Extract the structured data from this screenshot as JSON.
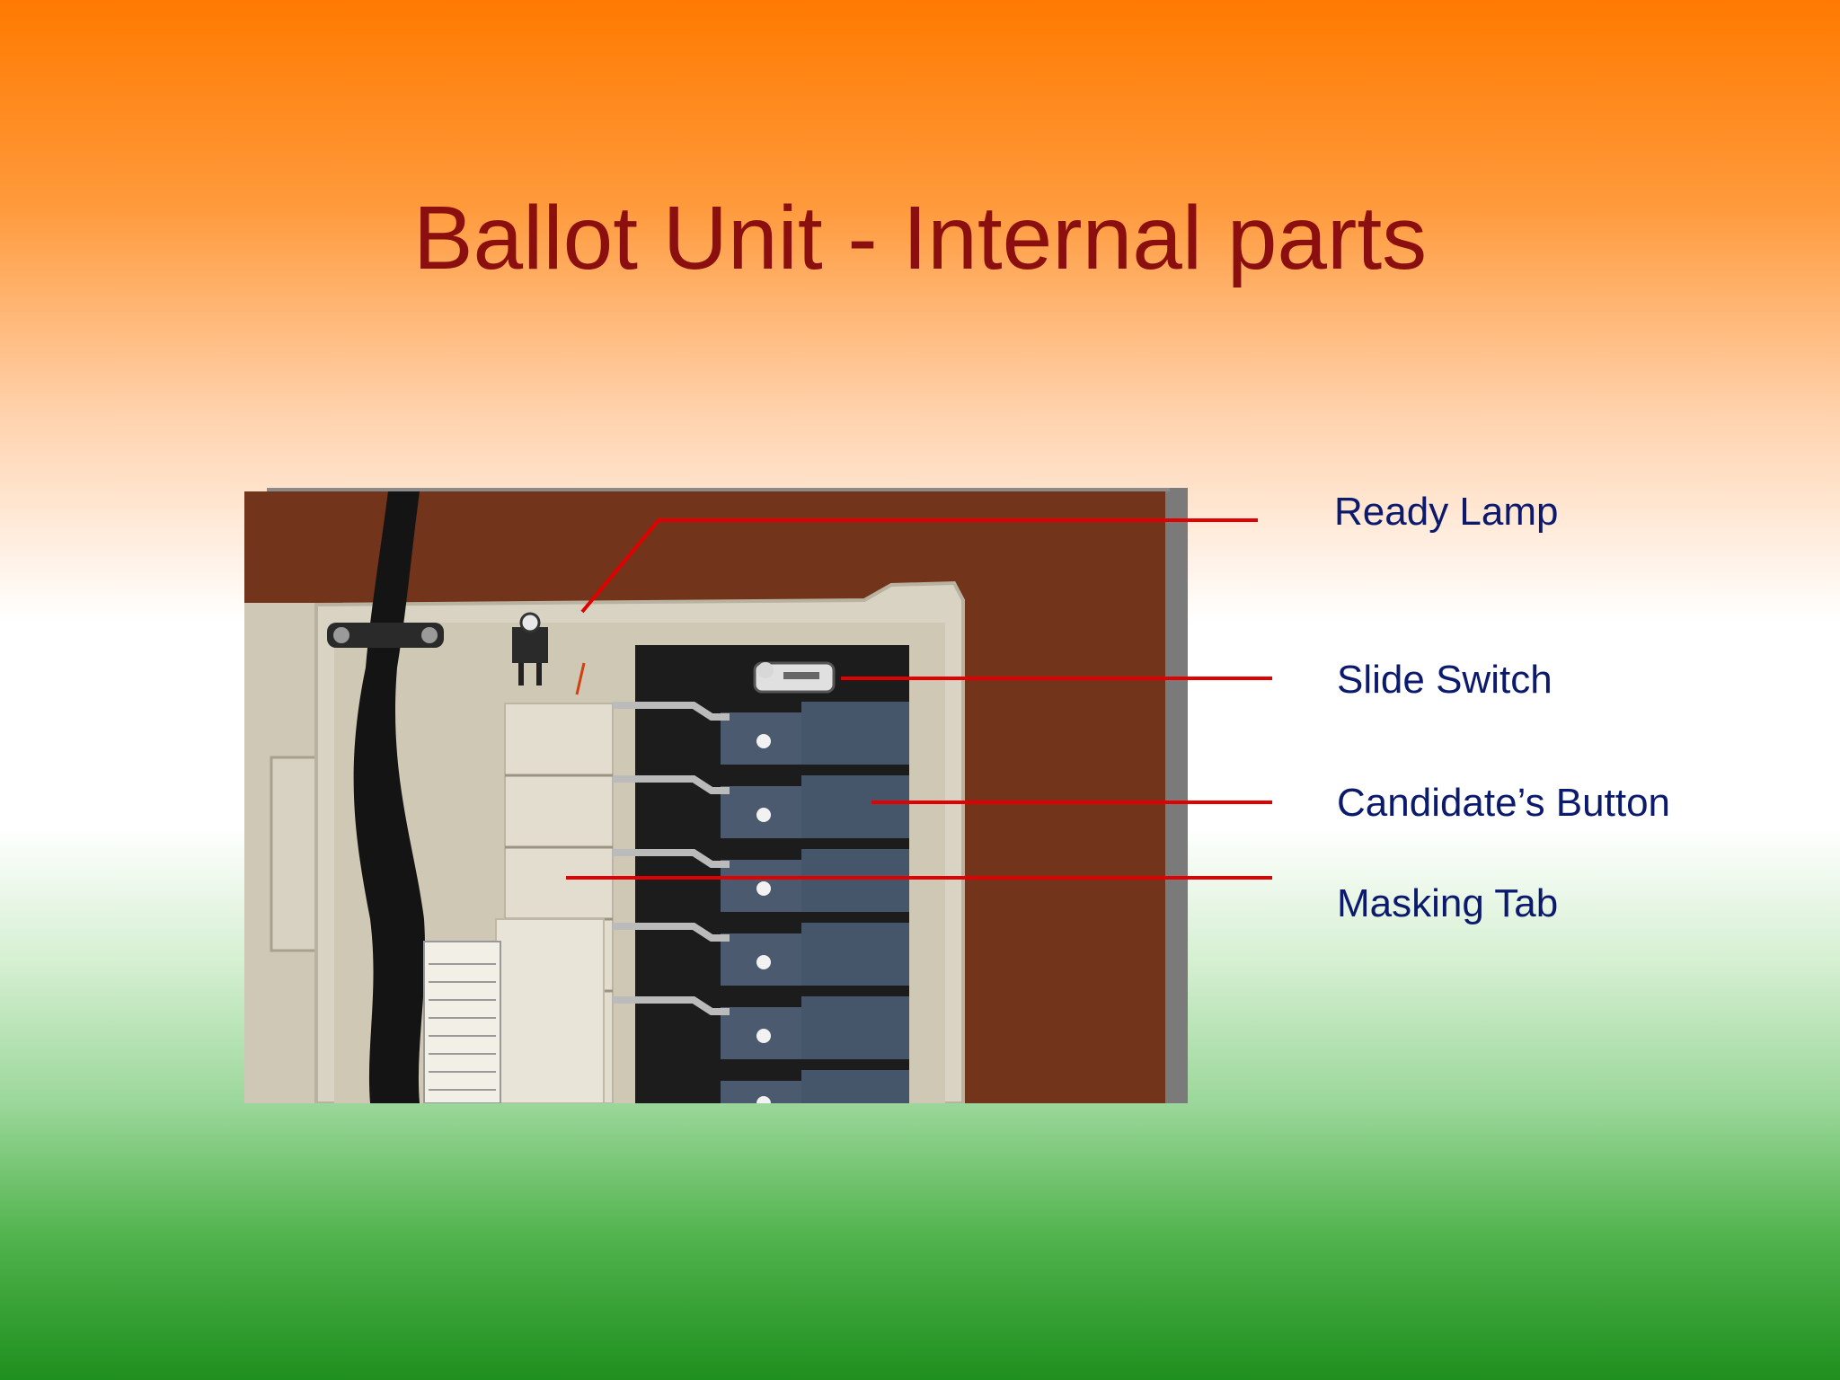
{
  "slide": {
    "title": "Ballot Unit - Internal parts"
  },
  "callouts": [
    {
      "id": "ready-lamp",
      "label": "Ready Lamp"
    },
    {
      "id": "slide-switch",
      "label": "Slide Switch"
    },
    {
      "id": "candidate-button",
      "label": "Candidate’s Button"
    },
    {
      "id": "masking-tab",
      "label": "Masking Tab"
    }
  ],
  "colors": {
    "title": "#8b0f0f",
    "label": "#0c1a6e",
    "leader_line": "#e00000"
  }
}
